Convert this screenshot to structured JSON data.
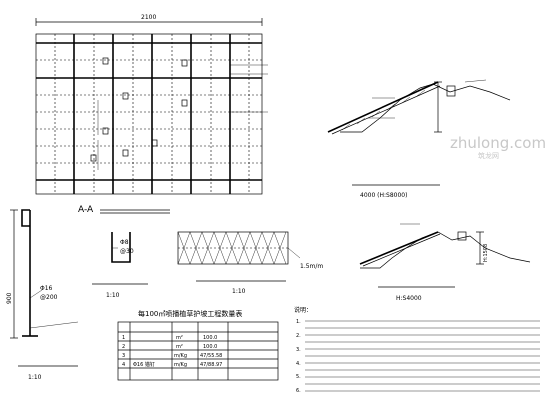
{
  "frontElevation": {
    "width": "2100",
    "sectionMark": "A-A"
  },
  "slopeSection1": {
    "scale": "4000 (H:S8000)"
  },
  "slopeSection2": {
    "scale": "H:S4000",
    "dim": "H:1508"
  },
  "anchorDetail": {
    "dim900": "900",
    "label16": "Φ16",
    "at200": "@200",
    "scale": "1:10"
  },
  "uNailDetail": {
    "label": "Φ8",
    "at": "@30",
    "scale": "1:10"
  },
  "meshDetail": {
    "spec": "1.5m/m",
    "scale": "1:10"
  },
  "quantityTable": {
    "title": "每100㎡喷播植草护坡工程数量表",
    "rows": [
      [
        "1",
        "",
        "m²",
        "100.0",
        ""
      ],
      [
        "2",
        "",
        "m²",
        "100.0",
        ""
      ],
      [
        "3",
        "",
        "m/Kg",
        "47/55.58",
        ""
      ],
      [
        "4",
        "Φ16 锚钉",
        "m/Kg",
        "47/88.97",
        ""
      ]
    ]
  },
  "notes": {
    "heading": "说明：",
    "items": [
      "1.",
      "2.",
      "3.",
      "4.",
      "5.",
      "6."
    ]
  },
  "watermark": {
    "text": "zhulong.com",
    "sub": "筑龙网"
  }
}
